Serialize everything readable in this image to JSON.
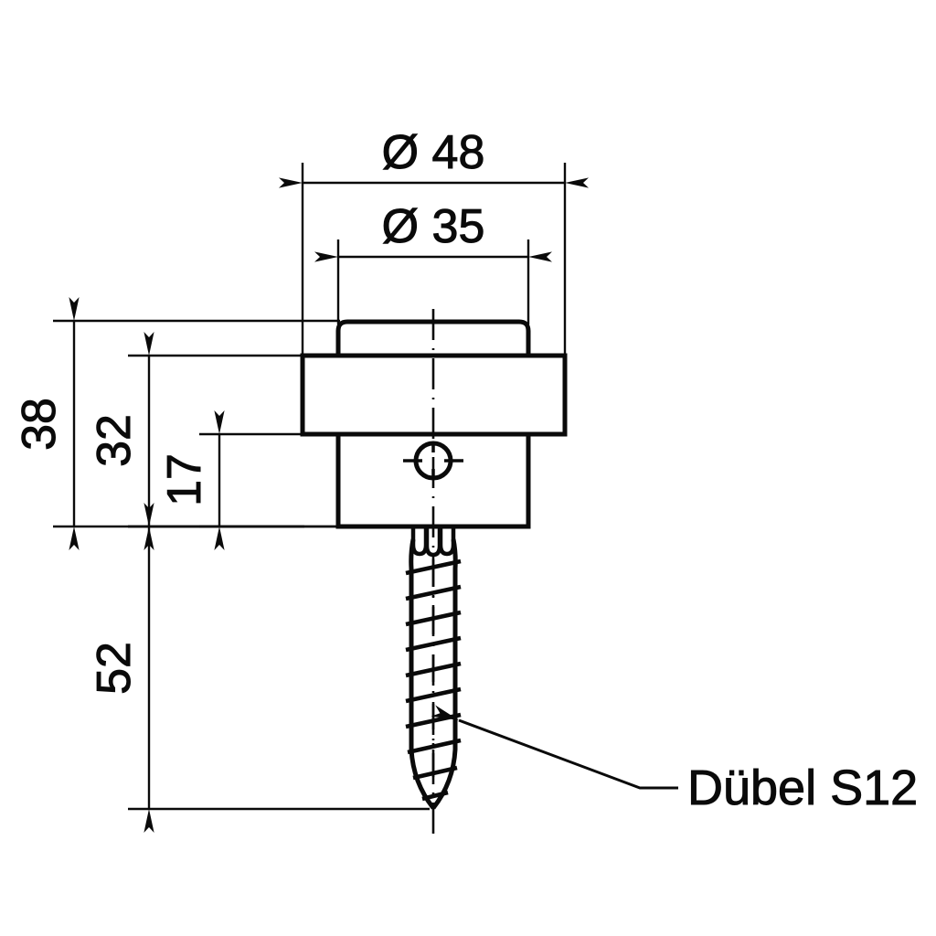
{
  "drawing": {
    "title": "Technical dimension drawing",
    "units_note": "",
    "line_color": "#0a0a0a",
    "background_color": "#ffffff"
  },
  "dimensions": {
    "diameter_outer": {
      "label": "Ø 48",
      "value": 48,
      "symbol": "Ø",
      "orientation": "horizontal"
    },
    "diameter_inner": {
      "label": "Ø 35",
      "value": 35,
      "symbol": "Ø",
      "orientation": "horizontal"
    },
    "height_total": {
      "label": "38",
      "value": 38,
      "orientation": "vertical"
    },
    "height_flange": {
      "label": "32",
      "value": 32,
      "orientation": "vertical"
    },
    "height_body": {
      "label": "17",
      "value": 17,
      "orientation": "vertical"
    },
    "length_anchor": {
      "label": "52",
      "value": 52,
      "orientation": "vertical"
    }
  },
  "annotations": {
    "anchor_callout": {
      "label": "Dübel S12",
      "leader": "arrow pointing to screw shaft"
    }
  },
  "parts": {
    "cap": "top-cap",
    "flange": "flange-ring",
    "body": "body-cylinder",
    "hole": "cross-hole",
    "screw": "wood-screw-anchor"
  }
}
